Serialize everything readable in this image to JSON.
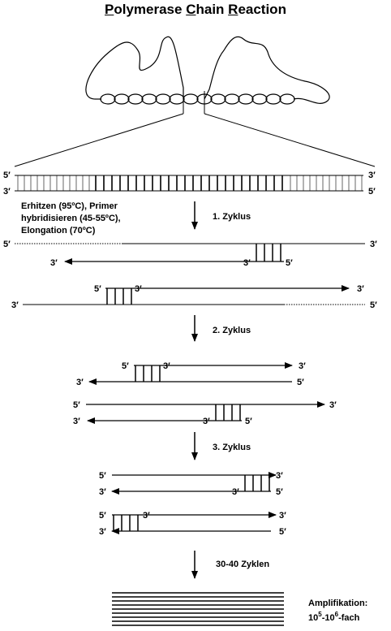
{
  "title": {
    "part1_initial": "P",
    "part1_rest": "olymerase ",
    "part2_initial": "C",
    "part2_rest": "hain ",
    "part3_initial": "R",
    "part3_rest": "eaction"
  },
  "ends": {
    "five": "5′",
    "three": "3′"
  },
  "conditions": {
    "line1": "Erhitzen (95ºC), Primer",
    "line2": "hybridisieren (45-55ºC),",
    "line3": "Elongation (70ºC)"
  },
  "steps": {
    "cycle1": "1. Zyklus",
    "cycle2": "2. Zyklus",
    "cycle3": "3. Zyklus",
    "cycles_final": "30-40 Zyklen"
  },
  "result": {
    "line1": "Amplifikation:",
    "line2_base1": "10",
    "line2_exp1": "5",
    "line2_mid": "-10",
    "line2_exp2": "6",
    "line2_suffix": "-fach"
  },
  "colors": {
    "ink": "#000000",
    "background": "#ffffff"
  }
}
